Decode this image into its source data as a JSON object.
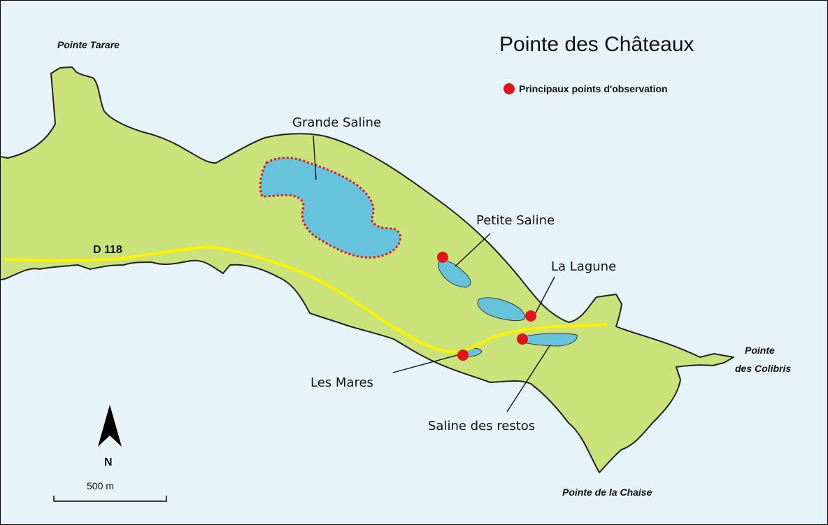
{
  "title": "Pointe des Châteaux",
  "legend": {
    "label": "Principaux points d'observation",
    "color": "#e4121b"
  },
  "colors": {
    "land": "#c9e37a",
    "water": "#67c3dc",
    "sea": "#e6f4fa",
    "road": "#fff200",
    "observation": "#e4121b"
  },
  "road": {
    "label": "D 118"
  },
  "places": {
    "pointe_tarare": "Pointe Tarare",
    "pointe_colibris_line1": "Pointe",
    "pointe_colibris_line2": "des Colibris",
    "pointe_chaise": "Pointe de la Chaise"
  },
  "water_bodies": {
    "grande_saline": "Grande Saline",
    "petite_saline": "Petite Saline",
    "la_lagune": "La Lagune",
    "les_mares": "Les Mares",
    "saline_restos": "Saline des restos"
  },
  "north_arrow": {
    "label": "N",
    "icon": "north-arrow-icon"
  },
  "scale_bar": {
    "label": "500 m"
  }
}
